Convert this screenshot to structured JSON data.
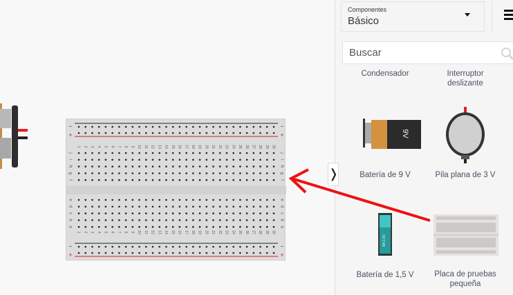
{
  "sidebar": {
    "dropdown_label": "Componentes",
    "dropdown_value": "Básico",
    "search_placeholder": "Buscar",
    "items": [
      {
        "label": "Condensador"
      },
      {
        "label": "Interruptor deslizante"
      },
      {
        "label": "Batería de 9 V",
        "icon_text": "9V"
      },
      {
        "label": "Pila plana de 3 V"
      },
      {
        "label": "Batería de 1,5 V",
        "icon_text": "AA 1.5V"
      },
      {
        "label": "Placa de pruebas pequeña"
      }
    ]
  },
  "breadboard": {
    "columns": 30,
    "rows_top": [
      "j",
      "i",
      "h",
      "g",
      "f"
    ],
    "rows_bottom": [
      "e",
      "d",
      "c",
      "b",
      "a"
    ],
    "minus": "−",
    "plus": "+"
  },
  "colors": {
    "annotation_arrow": "#ee1111",
    "rail_red": "#cc2222",
    "rail_black": "#222222"
  }
}
